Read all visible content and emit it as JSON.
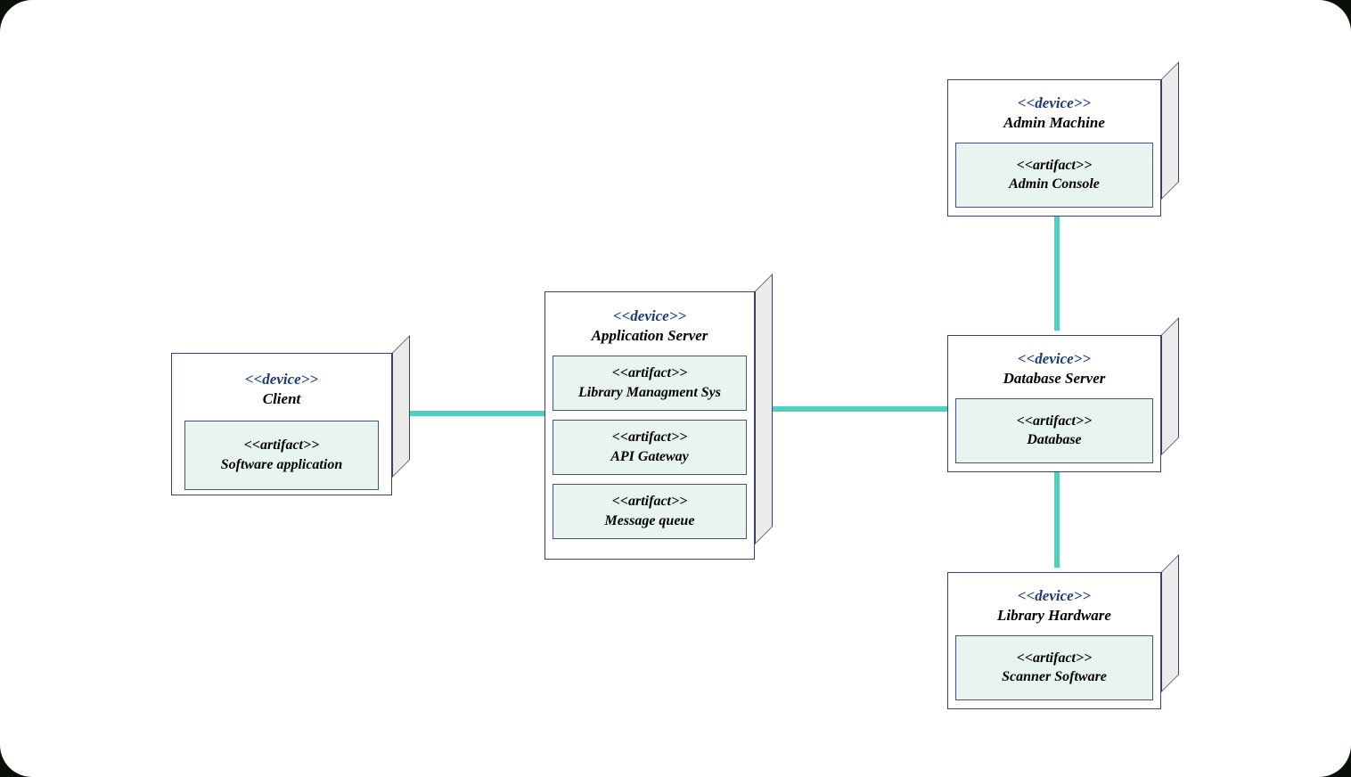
{
  "diagram": {
    "type": "uml-deployment-diagram",
    "background_color": "#ffffff",
    "page_backdrop_color": "#0a1008",
    "connector_color": "#4dd0c0",
    "node_border_color": "#3a3f6b",
    "node_face_color": "#ffffff",
    "node_shade_color": "#ebebeb",
    "artifact_fill_color": "#e8f4f0",
    "artifact_border_color": "#4a5178",
    "stereotype_device_color": "#1a3a7a",
    "stereotype_artifact_color": "#000000"
  },
  "labels": {
    "device_stereotype": "<<device>>",
    "artifact_stereotype": "<<artifact>>"
  },
  "nodes": [
    {
      "id": "client",
      "name": "Client",
      "stereotype": "<<device>>",
      "artifacts": [
        {
          "stereotype": "<<artifact>>",
          "name": "Software application"
        }
      ]
    },
    {
      "id": "application-server",
      "name": "Application Server",
      "stereotype": "<<device>>",
      "artifacts": [
        {
          "stereotype": "<<artifact>>",
          "name": "Library Managment Sys"
        },
        {
          "stereotype": "<<artifact>>",
          "name": "API Gateway"
        },
        {
          "stereotype": "<<artifact>>",
          "name": "Message queue"
        }
      ]
    },
    {
      "id": "admin-machine",
      "name": "Admin Machine",
      "stereotype": "<<device>>",
      "artifacts": [
        {
          "stereotype": "<<artifact>>",
          "name": "Admin Console"
        }
      ]
    },
    {
      "id": "database-server",
      "name": "Database Server",
      "stereotype": "<<device>>",
      "artifacts": [
        {
          "stereotype": "<<artifact>>",
          "name": "Database"
        }
      ]
    },
    {
      "id": "library-hardware",
      "name": "Library Hardware",
      "stereotype": "<<device>>",
      "artifacts": [
        {
          "stereotype": "<<artifact>>",
          "name": "Scanner Software"
        }
      ]
    }
  ],
  "connections": [
    {
      "id": "client-to-application-server",
      "from": "client",
      "to": "application-server",
      "orientation": "horizontal"
    },
    {
      "id": "application-server-to-database-server",
      "from": "application-server",
      "to": "database-server",
      "orientation": "horizontal"
    },
    {
      "id": "admin-machine-to-database-server",
      "from": "admin-machine",
      "to": "database-server",
      "orientation": "vertical"
    },
    {
      "id": "database-server-to-library-hardware",
      "from": "database-server",
      "to": "library-hardware",
      "orientation": "vertical"
    }
  ]
}
